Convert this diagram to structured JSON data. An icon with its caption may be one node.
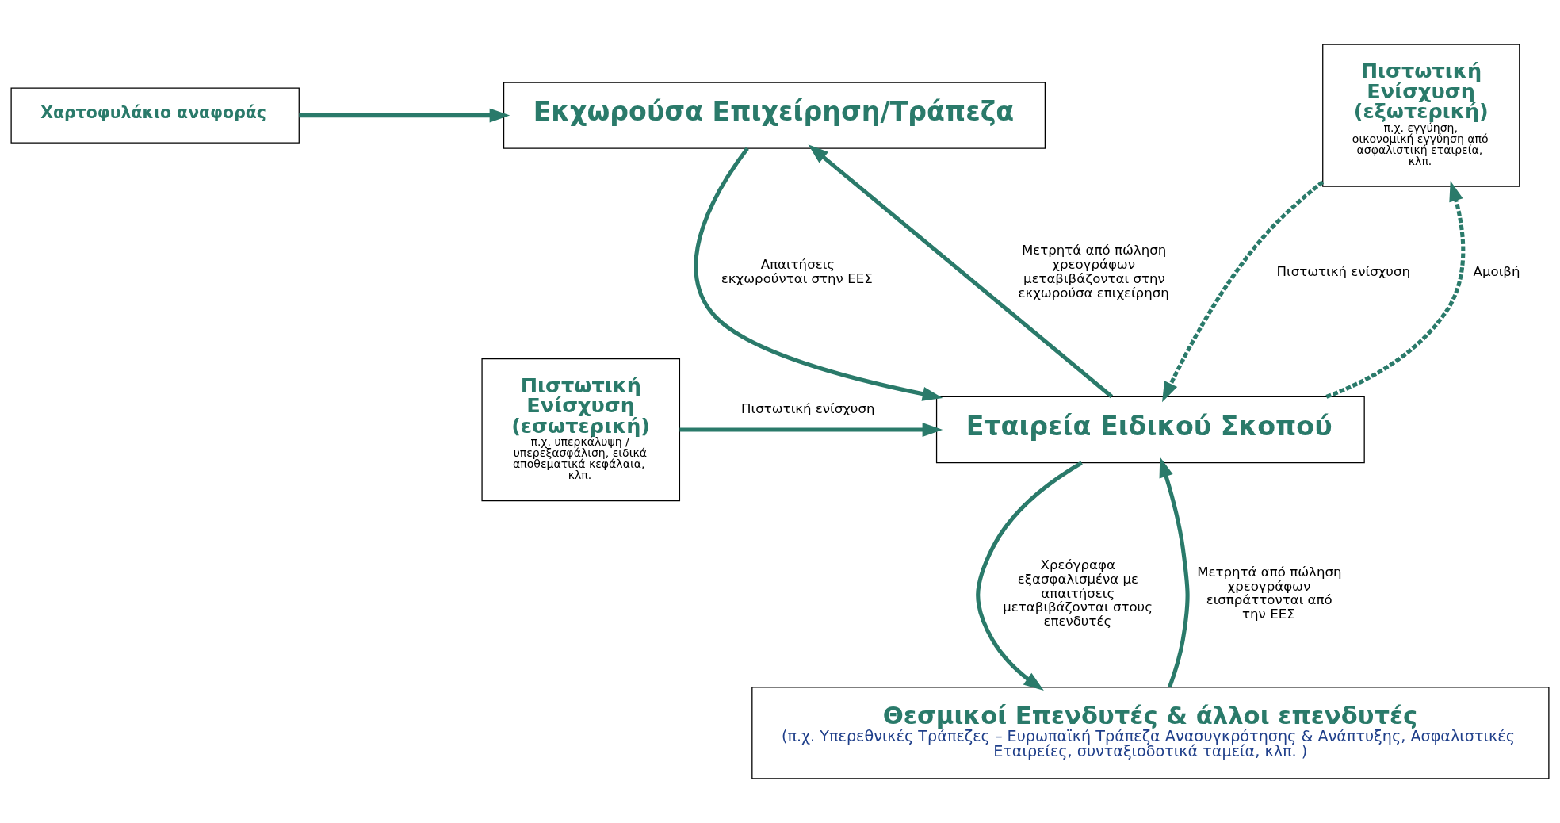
{
  "diagram": {
    "nodes": [
      {
        "text": [
          "Χαρτοφυλάκιο αναφοράς"
        ]
      },
      {
        "text": [
          "Εκχωρούσα Επιχείρηση/Τράπεζα"
        ]
      },
      {
        "text": [
          "Πιστωτική Ενίσχυση (εξωτερική)",
          "π.χ. εγγύηση, οικονομική εγγύηση από ασφαλιστική εταιρεία, κλπ."
        ]
      },
      {
        "text": [
          "Εταιρεία Ειδικού Σκοπού"
        ]
      },
      {
        "text": [
          "Πιστωτική Ενίσχυση (εσωτερική)",
          "π.χ. υπερκάλυψη / υπερεξασφάλιση, ειδικά αποθεματικά κεφάλαια, κλπ."
        ]
      },
      {
        "text": [
          "Θεσμικοί Επενδυτές & άλλοι επενδυτές",
          "(π.χ. Υπερεθνικές Τράπεζες – Ευρωπαϊκή Τράπεζα Ανασυγκρότησης & Ανάπτυξης, Ασφαλιστικές Εταιρείες, συνταξιοδοτικά ταμεία, κλπ. )"
        ]
      }
    ],
    "edges": [
      {
        "from": 0,
        "to": 1,
        "arrow": "to"
      },
      {
        "from": 1,
        "to": 3,
        "arrow": "to",
        "label": "Απαιτήσεις εκχωρούνται στην ΕΕΣ"
      },
      {
        "from": 3,
        "to": 1,
        "arrow": "to",
        "label": "Μετρητά από πώληση χρεογράφων μεταβιβάζονται στην εκχωρούσα επιχείρηση"
      },
      {
        "from": 3,
        "to": 2,
        "arrow": "to",
        "label": "Αμοιβή",
        "style": "dashed"
      },
      {
        "from": 2,
        "to": 3,
        "arrow": "to",
        "label": "Πιστωτική ενίσχυση",
        "style": "dashed"
      },
      {
        "from": 4,
        "to": 3,
        "arrow": "to",
        "label": "Πιστωτική ενίσχυση"
      },
      {
        "from": 3,
        "to": 5,
        "arrow": "to",
        "label": "Χρεόγραφα εξασφαλισμένα με απαιτήσεις μεταβιβάζονται στους επενδυτές"
      },
      {
        "from": 5,
        "to": 3,
        "arrow": "to",
        "label": "Μετρητά από πώληση χρεογράφων εισπράττονται από την ΕΕΣ"
      }
    ]
  }
}
